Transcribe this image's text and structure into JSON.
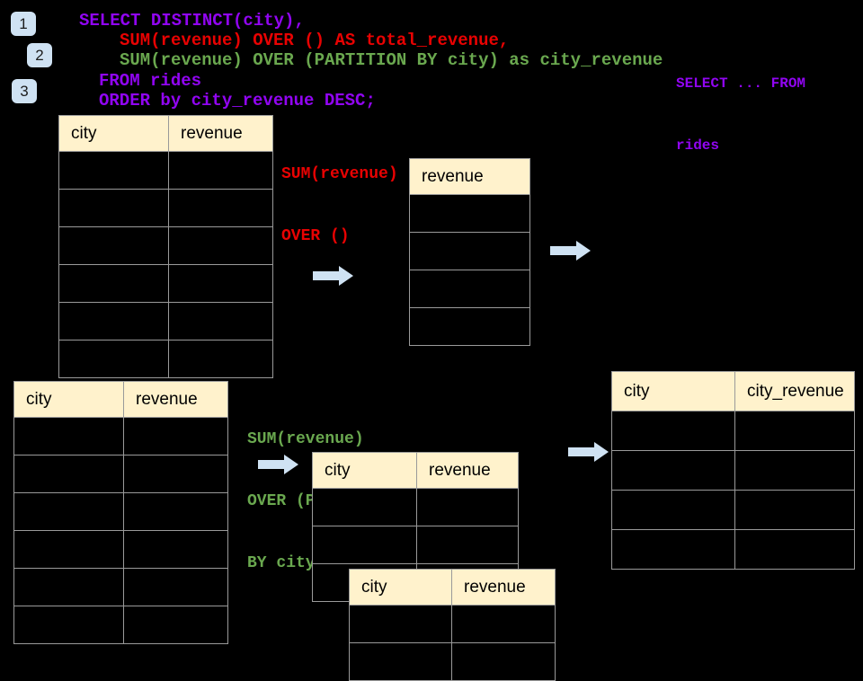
{
  "colors": {
    "background": "#000000",
    "sql_purple": "#9105F2",
    "sql_red": "#E80202",
    "sql_green": "#6AA84F",
    "badge_blue": "#CFE2F3",
    "arrow_blue": "#CFE2F3",
    "table_header_cream": "#FFF2CC",
    "table_border_gray": "#9a9a9a"
  },
  "badges": [
    {
      "label": "1"
    },
    {
      "label": "2"
    },
    {
      "label": "3"
    }
  ],
  "sql_code": {
    "lines": [
      {
        "text": "SELECT DISTINCT(city),",
        "color": "purple"
      },
      {
        "text": "SUM(revenue) OVER () AS total_revenue,",
        "color": "red"
      },
      {
        "text": "SUM(revenue) OVER (PARTITION BY city) as city_revenue",
        "color": "green"
      },
      {
        "text": "FROM rides",
        "color": "purple"
      },
      {
        "text": "ORDER by city_revenue DESC;",
        "color": "purple"
      }
    ]
  },
  "side_note": {
    "lines": [
      "SELECT ... FROM",
      "rides"
    ]
  },
  "labels": {
    "total": {
      "lines": [
        "SUM(revenue)",
        "OVER ()"
      ]
    },
    "partition": {
      "lines": [
        "SUM(revenue)",
        "OVER (PARTITION",
        "BY city)"
      ]
    }
  },
  "tables": {
    "source_top": {
      "headers": [
        "city",
        "revenue"
      ],
      "empty_rows": 6
    },
    "total_result": {
      "headers": [
        "revenue"
      ],
      "empty_rows": 4
    },
    "source_bottom": {
      "headers": [
        "city",
        "revenue"
      ],
      "empty_rows": 6
    },
    "partition_group_a": {
      "headers": [
        "city",
        "revenue"
      ],
      "empty_rows": 3
    },
    "partition_group_b": {
      "headers": [
        "city",
        "revenue"
      ],
      "empty_rows": 2
    },
    "partition_result": {
      "headers": [
        "city",
        "city_revenue"
      ],
      "empty_rows": 4
    }
  },
  "icons": [
    {
      "name": "arrow-right-icon",
      "meaning": "flow from source table to result"
    },
    {
      "name": "arrow-right-icon",
      "meaning": "flow from total result onward"
    },
    {
      "name": "arrow-right-icon",
      "meaning": "flow into partitioned tables"
    },
    {
      "name": "arrow-right-icon",
      "meaning": "flow into city_revenue result"
    }
  ]
}
